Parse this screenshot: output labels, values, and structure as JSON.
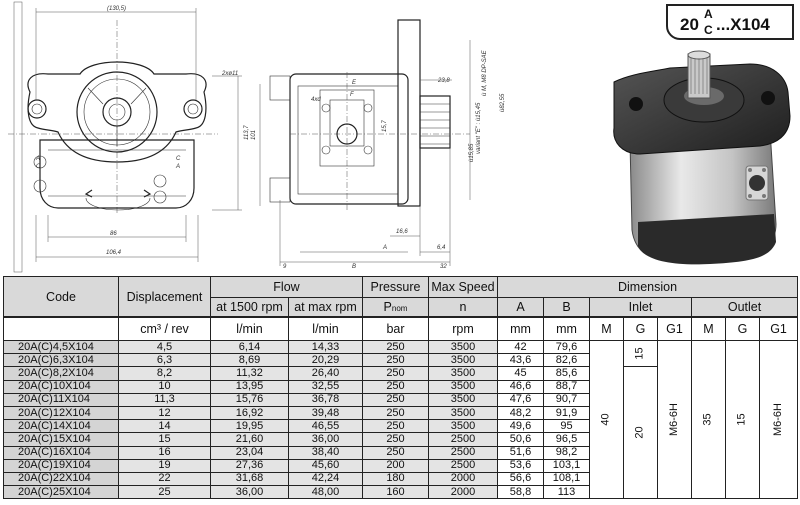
{
  "drawing": {
    "dim_top_width": "(130,5)",
    "dim_bolt_holes": "2xø11",
    "dim_flange_height": "113,7",
    "dim_body_height": "101",
    "dim_port_center": "15,7",
    "dim_shaft_note": "ù M, M8 DP-SAE",
    "dim_shaft_length": "23,8",
    "dim_variant_note": "variant \"E\" : ù15,45",
    "dim_diam_label": "ù15,85",
    "dim_pilot_diam": "ù82,55",
    "dim_width_86": "86",
    "dim_width_106": "106,4",
    "dim_16_6": "16,6",
    "dim_6_4": "6,4",
    "dim_9": "9",
    "dim_B": "B",
    "dim_A": "A",
    "dim_32": "32",
    "label_E": "E",
    "label_F": "F",
    "label_4xd": "4xd",
    "label_rot_A": "A",
    "label_rot_C": "C",
    "label_rot_C2": "C",
    "label_rot_A2": "A"
  },
  "badge": {
    "prefix": "20",
    "top": "A",
    "bottom": "C",
    "suffix": "...X104"
  },
  "table": {
    "headers": {
      "code": "Code",
      "displacement": "Displacement",
      "flow": "Flow",
      "pressure": "Pressure",
      "max_speed": "Max Speed",
      "dimension": "Dimension",
      "at_1500": "at 1500 rpm",
      "at_max": "at max rpm",
      "p_nom_main": "P",
      "p_nom_sub": "nom",
      "n": "n",
      "a": "A",
      "b": "B",
      "inlet": "Inlet",
      "outlet": "Outlet"
    },
    "units": {
      "displacement": "cm³ / rev",
      "flow_1500": "l/min",
      "flow_max": "l/min",
      "pressure": "bar",
      "speed": "rpm",
      "a": "mm",
      "b": "mm",
      "in_m": "M",
      "in_g": "G",
      "in_g1": "G1",
      "out_m": "M",
      "out_g": "G",
      "out_g1": "G1"
    },
    "rows": [
      [
        "20A(C)4,5X104",
        "4,5",
        "6,14",
        "14,33",
        "250",
        "3500",
        "42",
        "79,6"
      ],
      [
        "20A(C)6,3X104",
        "6,3",
        "8,69",
        "20,29",
        "250",
        "3500",
        "43,6",
        "82,6"
      ],
      [
        "20A(C)8,2X104",
        "8,2",
        "11,32",
        "26,40",
        "250",
        "3500",
        "45",
        "85,6"
      ],
      [
        "20A(C)10X104",
        "10",
        "13,95",
        "32,55",
        "250",
        "3500",
        "46,6",
        "88,7"
      ],
      [
        "20A(C)11X104",
        "11,3",
        "15,76",
        "36,78",
        "250",
        "3500",
        "47,6",
        "90,7"
      ],
      [
        "20A(C)12X104",
        "12",
        "16,92",
        "39,48",
        "250",
        "3500",
        "48,2",
        "91,9"
      ],
      [
        "20A(C)14X104",
        "14",
        "19,95",
        "46,55",
        "250",
        "3500",
        "49,6",
        "95"
      ],
      [
        "20A(C)15X104",
        "15",
        "21,60",
        "36,00",
        "250",
        "2500",
        "50,6",
        "96,5"
      ],
      [
        "20A(C)16X104",
        "16",
        "23,04",
        "38,40",
        "250",
        "2500",
        "51,6",
        "98,2"
      ],
      [
        "20A(C)19X104",
        "19",
        "27,36",
        "45,60",
        "200",
        "2500",
        "53,6",
        "103,1"
      ],
      [
        "20A(C)22X104",
        "22",
        "31,68",
        "42,24",
        "180",
        "2000",
        "56,6",
        "108,1"
      ],
      [
        "20A(C)25X104",
        "25",
        "36,00",
        "48,00",
        "160",
        "2000",
        "58,8",
        "113"
      ]
    ],
    "inlet": {
      "m": "40",
      "g_small": "15",
      "g_large": "20",
      "g1": "M6-6H"
    },
    "outlet": {
      "m": "35",
      "g": "15",
      "g1": "M6-6H"
    }
  }
}
